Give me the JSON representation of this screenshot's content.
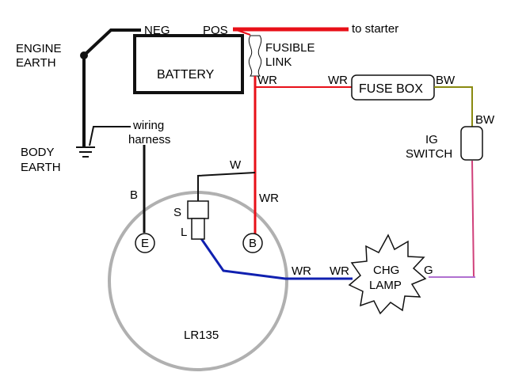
{
  "labels": {
    "neg": "NEG",
    "pos": "POS",
    "to_starter": "to starter",
    "engine": "ENGINE",
    "earth1": "EARTH",
    "body": "BODY",
    "earth2": "EARTH",
    "battery": "BATTERY",
    "fusible": "FUSIBLE",
    "link": "LINK",
    "wr_top": "WR",
    "wr_fusebox": "WR",
    "fuse_box": "FUSE BOX",
    "bw_top": "BW",
    "bw_side": "BW",
    "ig": "IG",
    "switch": "SWITCH",
    "wiring": "wiring",
    "harness": "harness",
    "w": "W",
    "b_wire": "B",
    "s": "S",
    "l": "L",
    "e_terminal": "E",
    "b_terminal": "B",
    "wr_vertical": "WR",
    "wr_left": "WR",
    "wr_right": "WR",
    "chg": "CHG",
    "lamp": "LAMP",
    "g": "G",
    "alternator": "LR135"
  },
  "colors": {
    "positive_wire": "#e81018",
    "earth_wire": "#111111",
    "lamp_wire": "#1020b0",
    "bw_wire": "#8a8a10",
    "switch_wire": "#d0407a",
    "g_wire": "#b070d0",
    "alternator_outline": "#b0b0b0"
  }
}
